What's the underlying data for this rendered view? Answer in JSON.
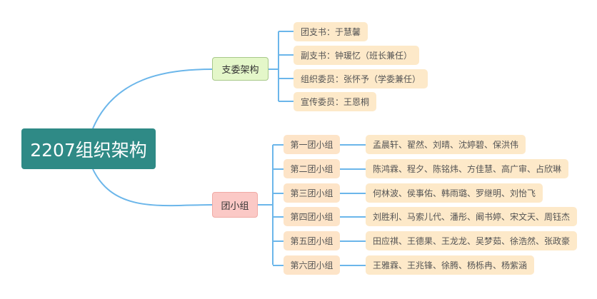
{
  "root": {
    "label": "2207组织架构"
  },
  "committee": {
    "label": "支委架构",
    "members": [
      "团支书：于慧馨",
      "副支书：钟瑗忆（班长兼任）",
      "组织委员：张怀予（学委兼任）",
      "宣传委员：王恩桐"
    ]
  },
  "groups": {
    "label": "团小组",
    "items": [
      {
        "name": "第一团小组",
        "members": "孟晨轩、翟然、刘晴、沈婷碧、保洪伟"
      },
      {
        "name": "第二团小组",
        "members": "陈鸿霖、程夕、陈铭炜、方佳慧、高广审、占欣琳"
      },
      {
        "name": "第三团小组",
        "members": "何林波、侯事佑、韩雨璐、罗继明、刘怡飞"
      },
      {
        "name": "第四团小组",
        "members": "刘胜利、马索儿代、潘彤、阚书婷、宋文天、周钰杰"
      },
      {
        "name": "第五团小组",
        "members": "田应祺、王德果、王龙龙、吴梦茹、徐浩然、张政豪"
      },
      {
        "name": "第六团小组",
        "members": "王雅霖、王兆锋、徐腾、杨栎冉、杨紫涵"
      }
    ]
  },
  "colors": {
    "root": "#2f8a86",
    "line": "#6bb6ea"
  }
}
